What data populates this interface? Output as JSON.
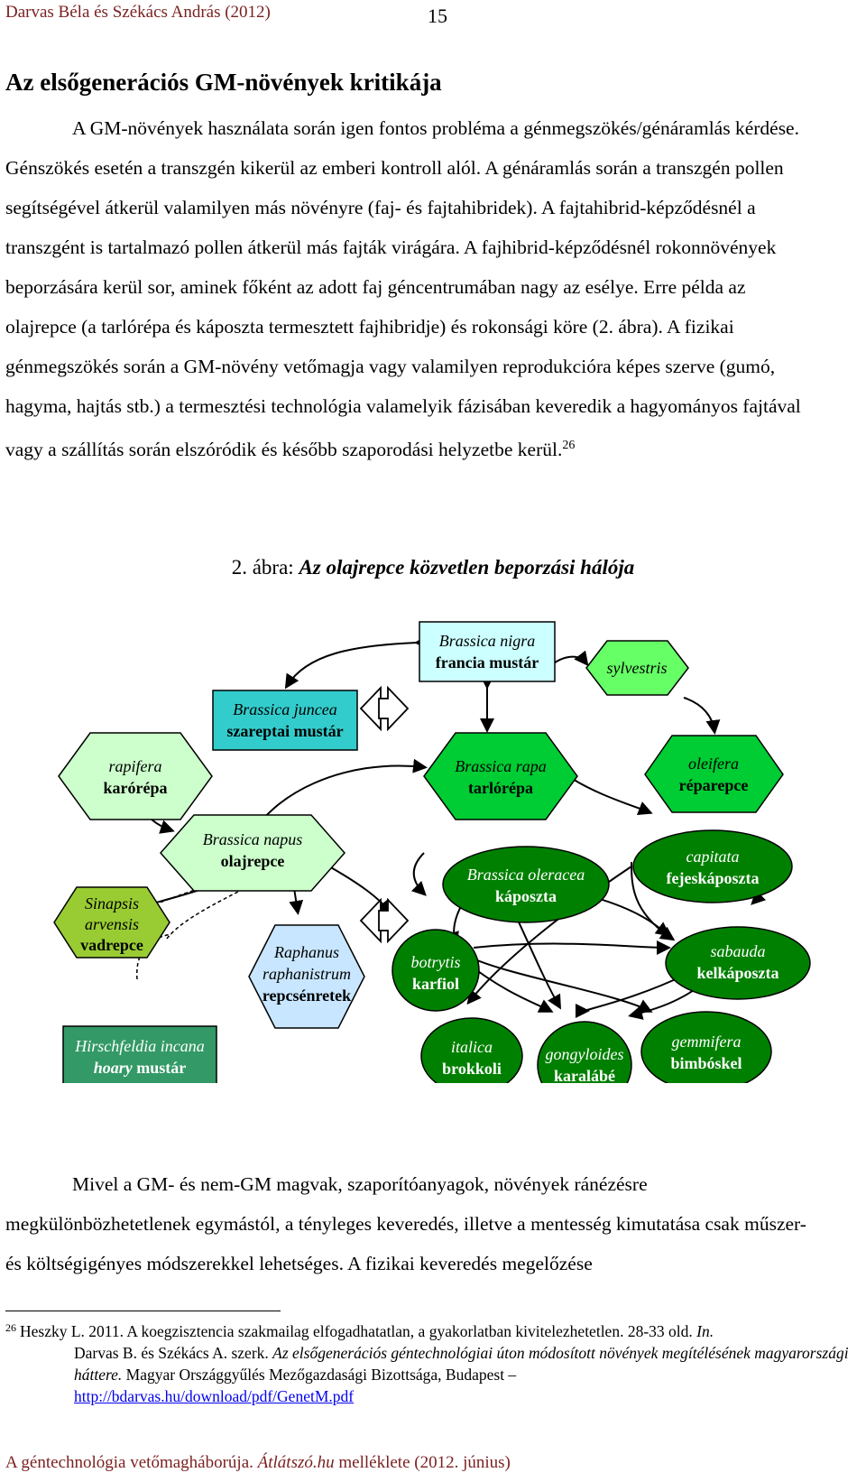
{
  "header": {
    "authors": "Darvas Béla és Székács András (2012)",
    "page_number": "15"
  },
  "section_title": "Az elsőgenerációs GM-növények kritikája",
  "paragraph1": "A GM-növények használata során igen fontos probléma a génmegszökés/génáramlás kérdése. Génszökés esetén a transzgén kikerül az emberi kontroll alól. A génáramlás során a transzgén pollen segítségével átkerül valamilyen más növényre (faj- és fajtahibridek). A fajtahibrid-képződésnél a transzgént is tartalmazó pollen átkerül más fajták virágára. A fajhibrid-képződésnél rokonnövények beporzására kerül sor, aminek főként az adott faj géncentrumában nagy az esélye. Erre példa az olajrepce (a tarlórépa és káposzta termesztett fajhibridje) és rokonsági köre (2. ábra). A fizikai génmegszökés során a GM-növény vetőmagja vagy valamilyen reprodukcióra képes szerve (gumó, hagyma, hajtás stb.) a termesztési technológia valamelyik fázisában keveredik a hagyományos fajtával vagy a szállítás során elszóródik és később szaporodási helyzetbe kerül.",
  "paragraph1_footnote_ref": "26",
  "figure": {
    "label": "2. ábra: ",
    "title": "Az olajrepce közvetlen beporzási hálója",
    "nodes": {
      "nigra": {
        "latin": "Brassica nigra",
        "common": "francia mustár",
        "color": "#ccffff"
      },
      "juncea": {
        "latin": "Brassica juncea",
        "common": "szareptai mustár",
        "color": "#33cccc"
      },
      "sylvestris": {
        "latin": "sylvestris",
        "color": "#66ff66"
      },
      "rapifera": {
        "latin": "rapifera",
        "common": "karórépa",
        "color": "#ccffcc"
      },
      "rapa": {
        "latin": "Brassica rapa",
        "common": "tarlórépa",
        "color": "#00cc33"
      },
      "oleifera": {
        "latin": "oleifera",
        "common": "réparepce",
        "color": "#00cc33"
      },
      "napus": {
        "latin": "Brassica napus",
        "common": "olajrepce",
        "color": "#ccffcc"
      },
      "oleracea": {
        "latin": "Brassica oleracea",
        "common": "káposzta",
        "color": "#008000"
      },
      "capitata": {
        "latin": "capitata",
        "common": "fejeskáposzta",
        "color": "#008000"
      },
      "sinapsis": {
        "latin1": "Sinapsis",
        "latin2": "arvensis",
        "common": "vadrepce",
        "color": "#99cc33"
      },
      "raphanus": {
        "latin1": "Raphanus",
        "latin2": "raphanistrum",
        "common": "repcsénretek",
        "color": "#c8e6ff"
      },
      "botrytis": {
        "latin": "botrytis",
        "common": "karfiol",
        "color": "#008000"
      },
      "sabauda": {
        "latin": "sabauda",
        "common": "kelkáposzta",
        "color": "#008000"
      },
      "hirschfeldia": {
        "latin": "Hirschfeldia incana",
        "latin2": "hoary",
        "common": " mustár",
        "color": "#339966"
      },
      "italica": {
        "latin": "italica",
        "common": "brokkoli",
        "color": "#008000"
      },
      "gongyloides": {
        "latin": "gongyloides",
        "common": "karalábé",
        "color": "#008000"
      },
      "gemmifera": {
        "latin": "gemmifera",
        "common": "bimbóskel",
        "color": "#008000"
      }
    }
  },
  "paragraph2": "Mivel a GM- és nem-GM magvak, szaporítóanyagok, növények ránézésre megkülönbözhetetlenek egymástól, a tényleges keveredés, illetve a mentesség kimutatása csak műszer- és költségigényes módszerekkel lehetséges. A fizikai keveredés megelőzése",
  "footnote": {
    "number": "26",
    "text_a": "Heszky L. 2011. A koegzisztencia szakmailag elfogadhatatlan, a gyakorlatban kivitelezhetetlen. 28-33 old. ",
    "in": "In.",
    "text_b": "Darvas B. és Székács A. szerk. ",
    "book": "Az elsőgenerációs géntechnológiai úton módosított növények megítélésének magyarországi háttere.",
    "publisher": " Magyar Országgyűlés Mezőgazdasági Bizottsága, Budapest –",
    "link": "http://bdarvas.hu/download/pdf/GenetM.pdf"
  },
  "footer": {
    "text_a": "A géntechnológia vetőmagháborúja. ",
    "site": "Átlátszó.hu",
    "text_b": " melléklete (2012. június)"
  }
}
